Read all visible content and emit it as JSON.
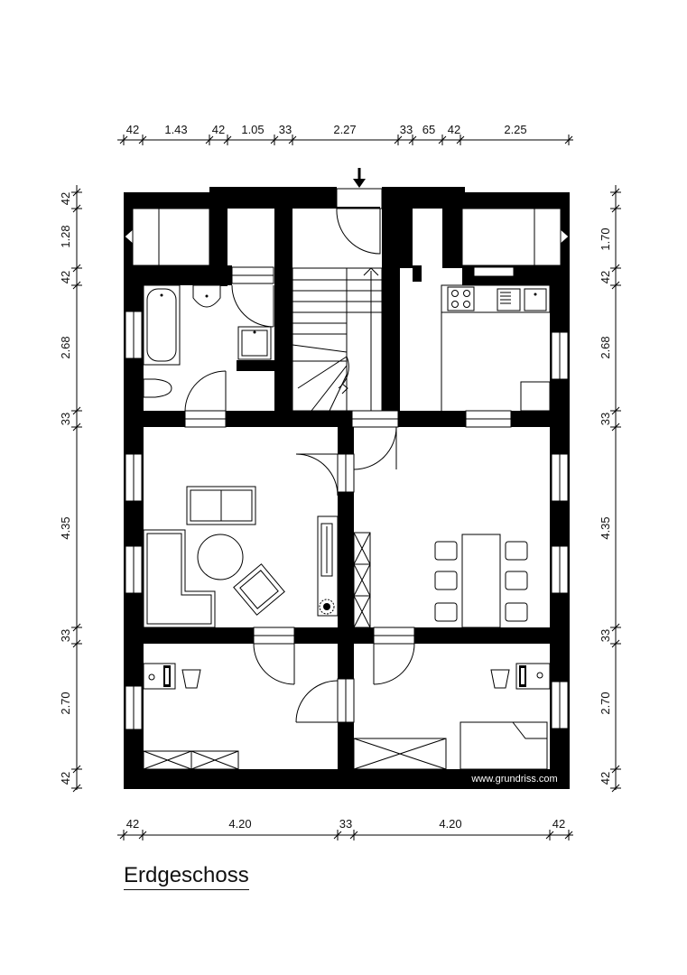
{
  "title": "Erdgeschoss",
  "credit": "www.grundriss.com",
  "dimensions": {
    "top": [
      "42",
      "1.43",
      "42",
      "1.05",
      "33",
      "2.27",
      "33",
      "65",
      "42",
      "2.25"
    ],
    "bottom": [
      "42",
      "4.20",
      "33",
      "4.20",
      "42"
    ],
    "left": [
      "42",
      "1.28",
      "42",
      "2.68",
      "33",
      "4.35",
      "33",
      "2.70",
      "42"
    ],
    "right": [
      "1.70",
      "42",
      "2.68",
      "33",
      "4.35",
      "33",
      "2.70",
      "42"
    ]
  },
  "colors": {
    "wall": "#000000",
    "background": "#ffffff"
  },
  "icons": [
    "entrance-arrow-icon"
  ]
}
